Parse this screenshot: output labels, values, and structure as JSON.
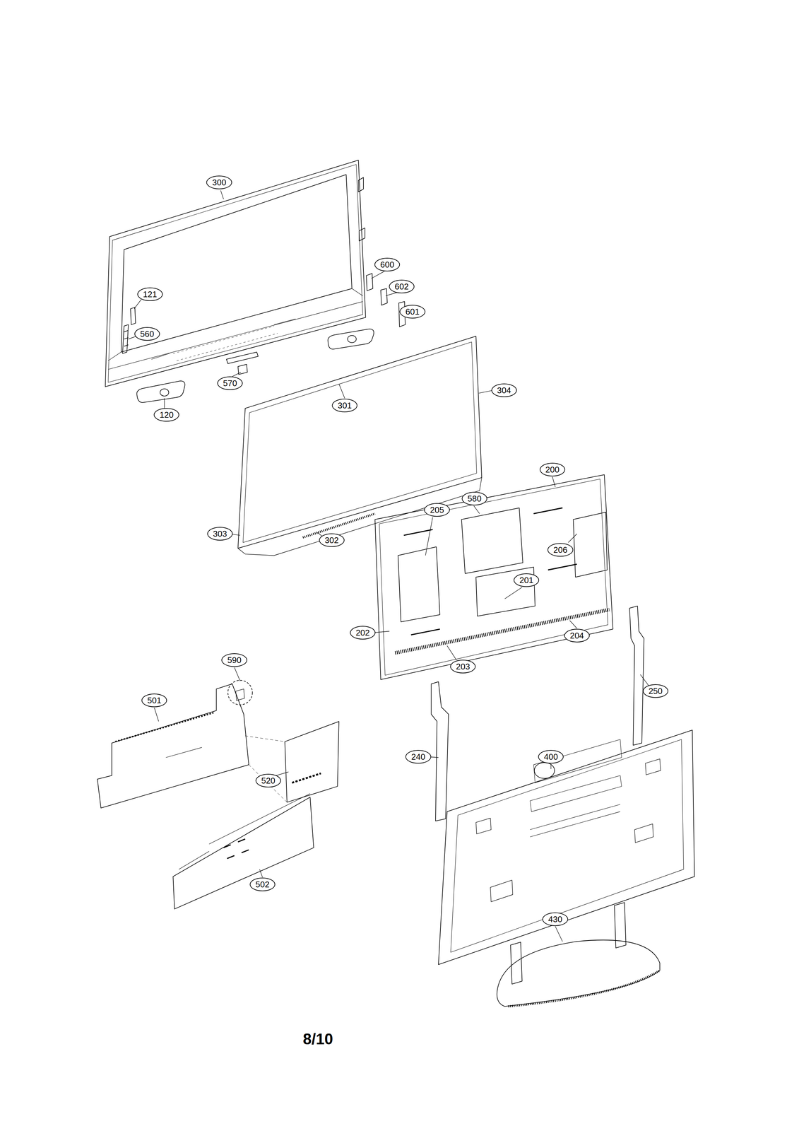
{
  "diagram": {
    "labels": [
      "300",
      "600",
      "602",
      "121",
      "601",
      "560",
      "570",
      "120",
      "301",
      "304",
      "200",
      "580",
      "205",
      "206",
      "303",
      "302",
      "201",
      "202",
      "204",
      "203",
      "590",
      "501",
      "250",
      "240",
      "400",
      "520",
      "502",
      "430",
      "8/10"
    ]
  }
}
